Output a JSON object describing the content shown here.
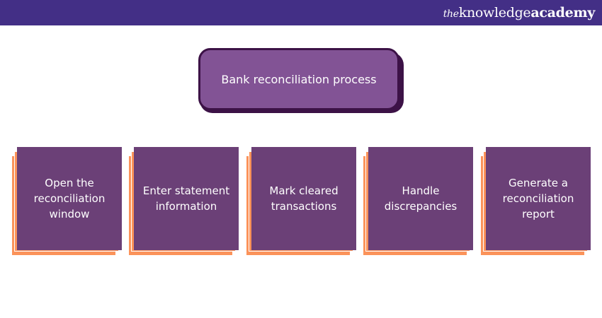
{
  "brand": {
    "logo_prefix": "the",
    "logo_main": "knowledge",
    "logo_suffix": "academy",
    "bar_color": "#432f86"
  },
  "diagram": {
    "title": "Bank reconciliation process",
    "colors": {
      "title_fill": "#825395",
      "title_border": "#3c1246",
      "card_fill": "#6b4077",
      "card_stack": "#fb935a",
      "text": "#ffffff"
    },
    "steps": [
      {
        "label": "Open the reconciliation window"
      },
      {
        "label": "Enter statement information"
      },
      {
        "label": "Mark cleared transactions"
      },
      {
        "label": "Handle discrepancies"
      },
      {
        "label": "Generate a reconciliation report"
      }
    ]
  }
}
